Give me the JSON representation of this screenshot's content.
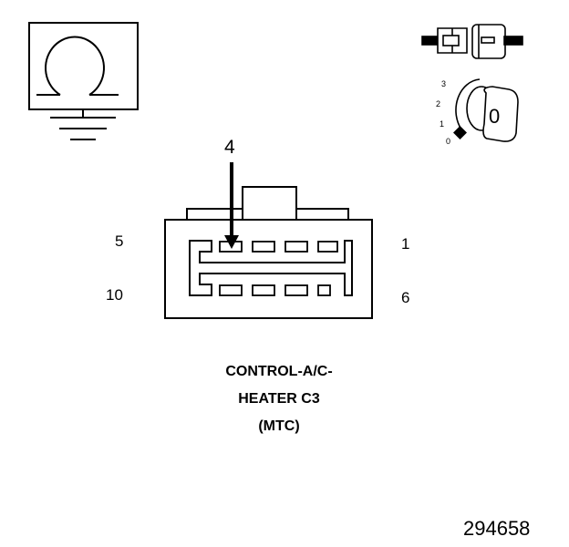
{
  "pins": {
    "top_left": "5",
    "top_right": "1",
    "bottom_left": "10",
    "bottom_right": "6",
    "pointer": "4"
  },
  "caption": {
    "line1": "CONTROL-A/C-",
    "line2": "HEATER C3",
    "line3": "(MTC)"
  },
  "key_switch": {
    "face": "0",
    "positions": [
      "3",
      "2",
      "1",
      "0"
    ]
  },
  "figure_number": "294658",
  "icons": [
    "ohmmeter-symbol-icon",
    "ground-symbol-icon",
    "connector-plug-icon",
    "ignition-key-icon"
  ]
}
